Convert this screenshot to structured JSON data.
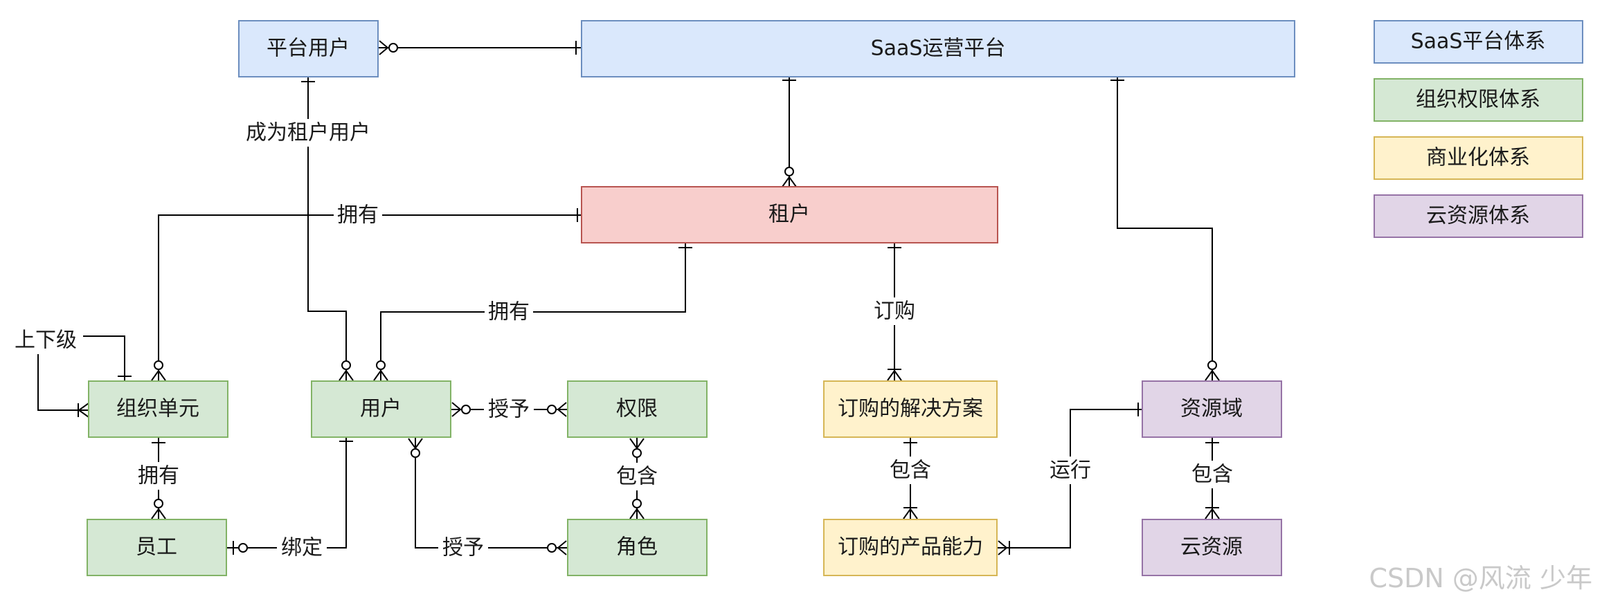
{
  "colors": {
    "saas_fill": "#dae8fc",
    "saas_stroke": "#6c8ebf",
    "org_fill": "#d5e8d4",
    "org_stroke": "#82b366",
    "biz_fill": "#fff2cc",
    "biz_stroke": "#d6b656",
    "cloud_fill": "#e1d5e7",
    "cloud_stroke": "#9673a6",
    "tenant_fill": "#f8cecc",
    "tenant_stroke": "#b85450"
  },
  "nodes": {
    "platform_user": "平台用户",
    "saas_platform": "SaaS运营平台",
    "tenant": "租户",
    "org_unit": "组织单元",
    "user": "用户",
    "permission": "权限",
    "employee": "员工",
    "role": "角色",
    "solution": "订购的解决方案",
    "product_capability": "订购的产品能力",
    "resource_domain": "资源域",
    "cloud_resource": "云资源"
  },
  "legend": {
    "saas": "SaaS平台体系",
    "org": "组织权限体系",
    "biz": "商业化体系",
    "cloud": "云资源体系"
  },
  "edge_labels": {
    "become_tenant_user": "成为租户用户",
    "own_org": "拥有",
    "own_user": "拥有",
    "subscribe": "订购",
    "hierarchy": "上下级",
    "grant_perm": "授予",
    "grant_role": "授予",
    "own_employee": "拥有",
    "role_contains": "包含",
    "bind": "绑定",
    "solution_contains": "包含",
    "run": "运行",
    "domain_contains": "包含"
  },
  "watermark": "CSDN @风流 少年"
}
